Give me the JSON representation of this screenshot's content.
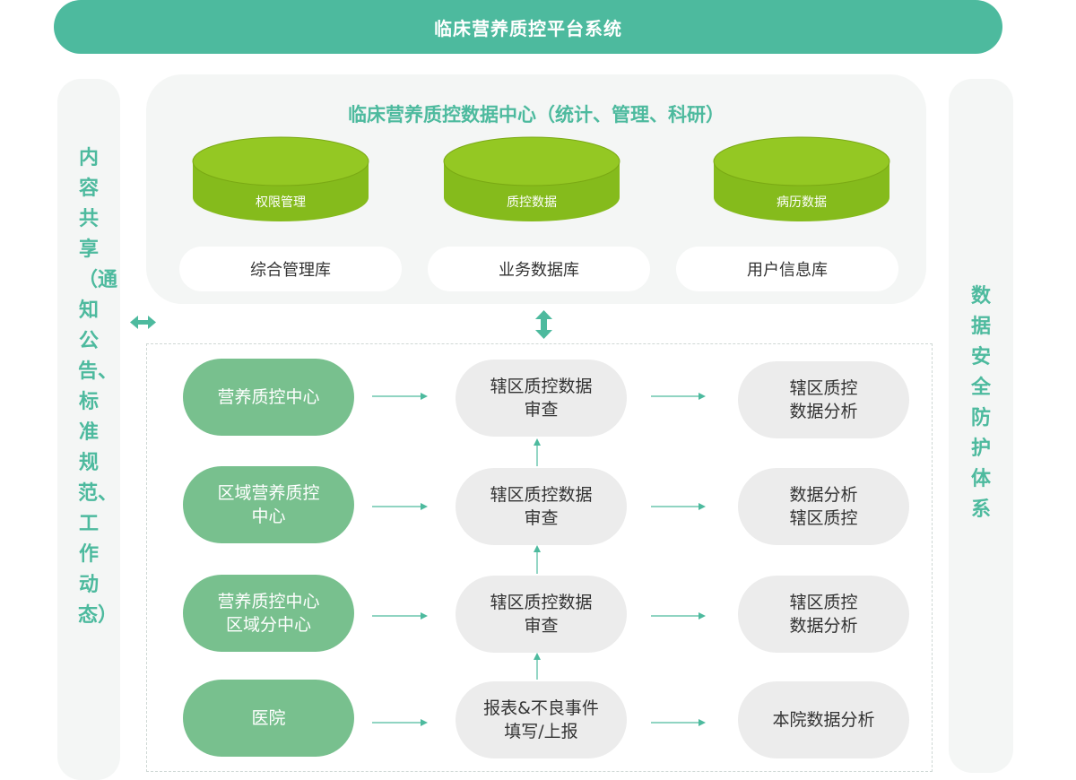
{
  "header": {
    "title": "临床营养质控平台系统"
  },
  "left_panel": {
    "text": "内容共享（通知公告、标准规范、工作动态）"
  },
  "right_panel": {
    "text": "数据安全防护体系"
  },
  "data_center": {
    "title": "临床营养质控数据中心（统计、管理、科研）",
    "cylinders": [
      "权限管理",
      "质控数据",
      "病历数据"
    ],
    "stores": [
      "综合管理库",
      "业务数据库",
      "用户信息库"
    ]
  },
  "rows": [
    {
      "left": "营养质控中心",
      "middle": "辖区质控数据\n审查",
      "right": "辖区质控\n数据分析"
    },
    {
      "left": "区域营养质控\n中心",
      "middle": "辖区质控数据\n审查",
      "right": "数据分析\n辖区质控"
    },
    {
      "left": "营养质控中心\n区域分中心",
      "middle": "辖区质控数据\n审查",
      "right": "辖区质控\n数据分析"
    },
    {
      "left": "医院",
      "middle": "报表&不良事件\n填写/上报",
      "right": "本院数据分析"
    }
  ],
  "colors": {
    "accent": "#4dba9e",
    "node_green": "#78c08e",
    "cylinder": "#8dc21f",
    "node_gray": "#ececec",
    "panel_bg": "#f4f6f5"
  }
}
